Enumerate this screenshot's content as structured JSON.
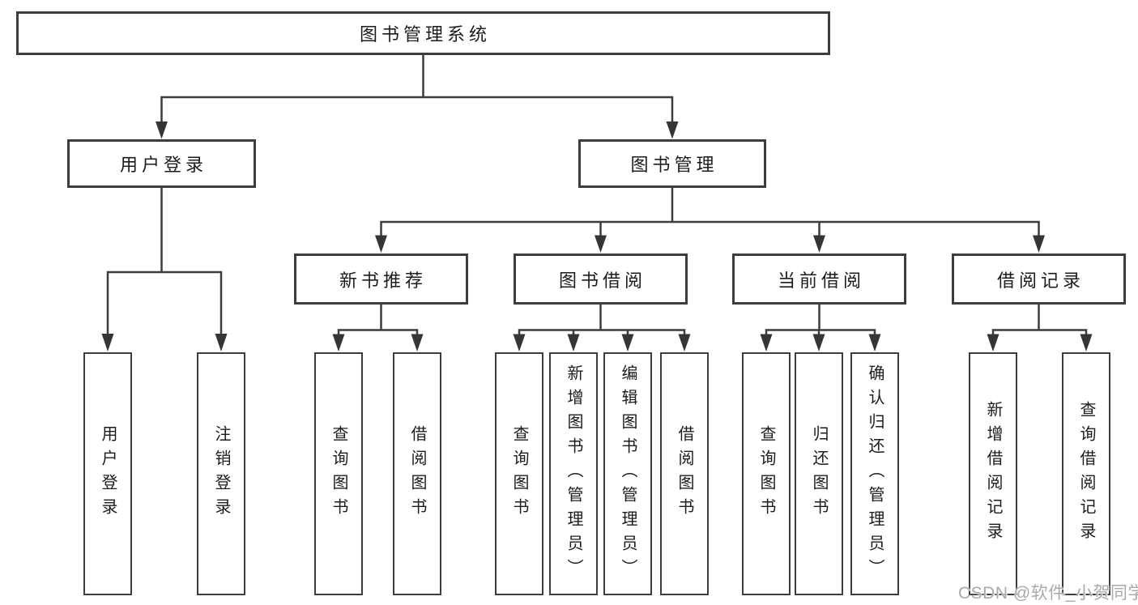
{
  "diagram": {
    "root": {
      "label": "图书管理系统"
    },
    "branches": [
      {
        "label": "用户登录",
        "children": [
          {
            "label": "用户登录"
          },
          {
            "label": "注销登录"
          }
        ]
      },
      {
        "label": "图书管理",
        "children": [
          {
            "label": "新书推荐",
            "children": [
              {
                "label": "查询图书"
              },
              {
                "label": "借阅图书"
              }
            ]
          },
          {
            "label": "图书借阅",
            "children": [
              {
                "label": "查询图书"
              },
              {
                "label": "新增图书（管理员）"
              },
              {
                "label": "编辑图书（管理员）"
              },
              {
                "label": "借阅图书"
              }
            ]
          },
          {
            "label": "当前借阅",
            "children": [
              {
                "label": "查询图书"
              },
              {
                "label": "归还图书"
              },
              {
                "label": "确认归还（管理员）"
              }
            ]
          },
          {
            "label": "借阅记录",
            "children": [
              {
                "label": "新增借阅记录"
              },
              {
                "label": "查询借阅记录"
              }
            ]
          }
        ]
      }
    ]
  },
  "watermark": {
    "text": "CSDN @软件_小贺同学"
  },
  "colors": {
    "background": "#ffffff",
    "box_border": "#3d3d3d",
    "connector": "#3d3d3d",
    "text": "#1c1c1c",
    "watermark": "#a9a9a9"
  }
}
